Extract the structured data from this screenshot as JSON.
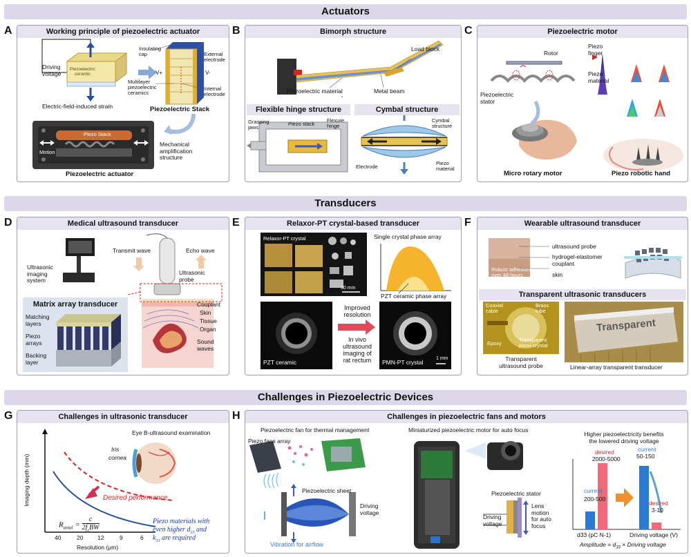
{
  "sections": {
    "actuators": "Actuators",
    "transducers": "Transducers",
    "challenges": "Challenges in Piezoelectric Devices"
  },
  "panelA": {
    "letter": "A",
    "title": "Working principle of piezoelectric actuator",
    "driving_voltage": "Driving\nvoltage",
    "piezo_ceramic": "Piezoelectric\nceramic",
    "efis": "Electric-field-induced strain",
    "insulating_cap": "Insulating\ncap",
    "multilayer": "Multilayer\npiezoelectric\nceramics",
    "vplus": "V+",
    "vminus": "V-",
    "external_electrode": "External\nelectrode",
    "internal_electrode": "Internal\nelectrode",
    "stack_label": "Piezoelectric Stack",
    "piezo_stack": "Piezo Stack",
    "motion": "Motion",
    "mech": "Mechanical\namplification\nstructure",
    "actuator_label": "Piezoelectric actuator"
  },
  "panelB": {
    "letter": "B",
    "title": "Bimorph structure",
    "load_block": "Load block",
    "piezo_material": "Piezoelectric material",
    "metal_beam": "Metal beam",
    "hinge_title": "Flexible hinge structure",
    "grasping": "Grasping\njaws",
    "piezo_stack": "Piezo stack",
    "flexure": "Flexure\nhinge",
    "cymbal_title": "Cymbal structure",
    "cymbal_structure": "Cymbal\nstructure",
    "electrode": "Electrode",
    "piezo_mat": "Piezo\nmaterial"
  },
  "panelC": {
    "letter": "C",
    "title": "Piezoelectric motor",
    "rotor": "Rotor",
    "stator": "Piezoelectric\nstator",
    "finger": "Piezo\nfinger",
    "material": "Piezo\nmaterial",
    "micro": "Micro rotary motor",
    "hand": "Piezo robotic hand"
  },
  "panelD": {
    "letter": "D",
    "title": "Medical ultrasound transducer",
    "imaging": "Ultrasonic\nimaging\nsystem",
    "transmit": "Transmit wave",
    "echo": "Echo wave",
    "probe": "Ultrasonic\nprobe",
    "matrix": "Matrix array transducer",
    "matching": "Matching\nlayers",
    "arrays": "Piezo\narrays",
    "backing": "Backing\nlayer",
    "couplant": "Couplant",
    "skin": "Skin",
    "tissue": "Tissue",
    "organ": "Organ",
    "sound": "Sound\nwaves"
  },
  "panelE": {
    "letter": "E",
    "title": "Relaxor-PT crystal-based transducer",
    "crystal": "Relaxor-PT crystal",
    "scale": "30 mm",
    "single": "Single crystal phase array",
    "pzt_array": "PZT ceramic phase array",
    "improved": "Improved\nresolution",
    "invivo": "In vivo\nultrasound\nimaging of\nrat rectum",
    "pzt": "PZT ceramic",
    "pmn": "PMN-PT crystal",
    "mm": "1 mm"
  },
  "panelF": {
    "letter": "F",
    "title": "Wearable ultrasound transducer",
    "probe": "ultrasound probe",
    "hydrogel": "hydrogel-elastomer\ncouplant",
    "skin": "skin",
    "adhesion": "Robust adhesion\nover 48 hours",
    "trans_title": "Transparent ultrasonic transducers",
    "coaxial": "Coaxial\ncable",
    "brass": "Brass\ntube",
    "epoxy": "Epoxy",
    "tcrystal": "Transparent\npiezo crystal",
    "tprobe": "Transparent\nultrasound probe",
    "transparent": "Transparent",
    "linear": "Linear-array transparent transducer"
  },
  "panelG": {
    "letter": "G",
    "title": "Challenges in ultrasonic transducer",
    "eye": "Eye B-ultrasound examination",
    "iris": "Iris",
    "cornea": "cornea",
    "desired": "Desired performance",
    "ylabel": "Imaging depth (mm)",
    "xlabel": "Resolution (μm)",
    "xticks": [
      "40",
      "20",
      "12",
      "9",
      "6"
    ],
    "formula_lhs": "R",
    "formula_sub": "axial",
    "formula_eq": " = ",
    "formula_num": "c",
    "formula_den": "2f",
    "formula_den_sub": "c",
    "formula_den_tail": "BW",
    "note1": "Piezo materials with",
    "note2": "even higher d",
    "note2_sub": "33",
    "note2_tail": " and",
    "note3": "k",
    "note3_sub": "33",
    "note3_tail": " are required"
  },
  "panelH": {
    "letter": "H",
    "title": "Challenges in piezoelectric fans and motors",
    "fan_title": "Piezoelectric fan for thermal management",
    "fans_array": "Piezo fans array",
    "sheet": "Piezoelectric sheet",
    "driving": "Driving\nvoltage",
    "vibration": "Vibration for airflow",
    "motor_title": "Miniaturized piezoelectric motor for auto focus",
    "stator": "Piezoelectric stator",
    "driving2": "Driving\nvoltage",
    "lens": "Lens\nmotion\nfor auto\nfocus",
    "benefit": "Higher piezoelectricity benefits\nthe lowered driving voltage",
    "current": "current",
    "desired": "desired",
    "d_cur": "200-500",
    "d_des": "2000-5000",
    "v_cur": "50-150",
    "v_des": "3-10",
    "d33_label": "d33 (pC N-1)",
    "v_label": "Driving voltage (V)",
    "amp": "Amplitude = d",
    "amp_sub": "33",
    "amp_tail": " × Driving voltage"
  }
}
